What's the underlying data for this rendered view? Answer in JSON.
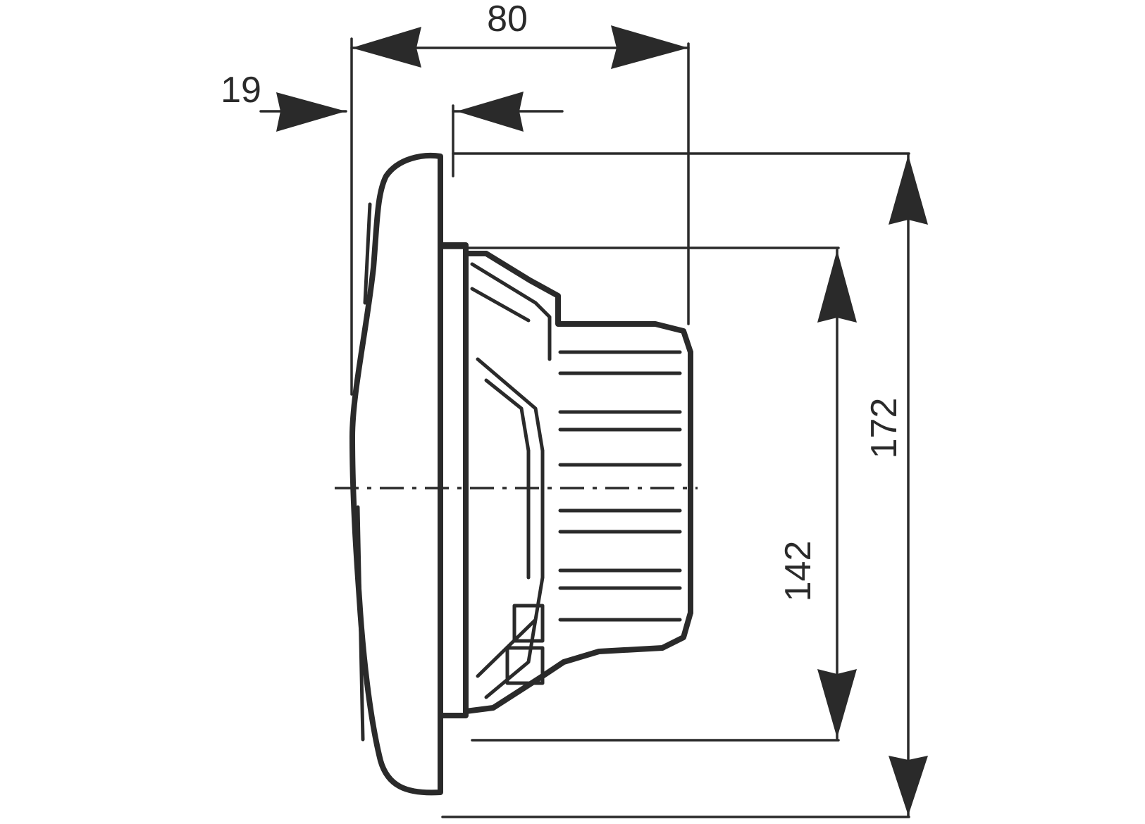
{
  "dimensions": {
    "overall_depth": "80",
    "flange_offset": "19",
    "outer_height": "172",
    "inner_diameter": "142"
  },
  "colors": {
    "line": "#2a2a2a",
    "background": "#ffffff"
  }
}
